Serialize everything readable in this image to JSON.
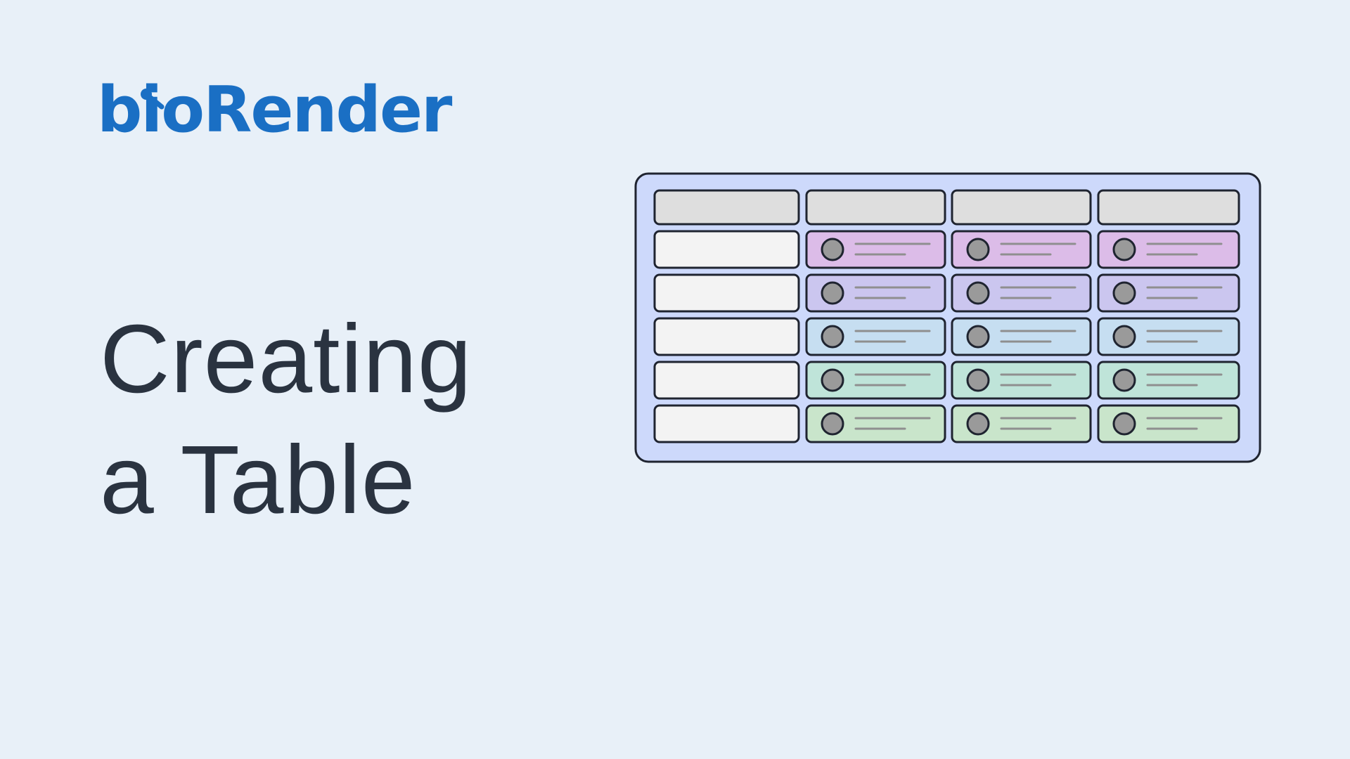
{
  "colors": {
    "background": "#e8f0f8",
    "logo": "#1a6fc4",
    "title_text": "#2a3340",
    "frame_fill": "#cdd9fb",
    "frame_stroke": "#1f2430",
    "header_cell_fill": "#dedede",
    "label_cell_fill": "#f3f3f3",
    "dot_fill": "#9a9a9a",
    "line_stroke": "#8f8f8f"
  },
  "logo": {
    "text": "bioRender"
  },
  "title": {
    "line1": "Creating",
    "line2": "a Table"
  },
  "illustration": {
    "row_colors": [
      "#dcbce8",
      "#cbc6ef",
      "#c6def1",
      "#bfe4d9",
      "#c9e5cb"
    ],
    "icons": {
      "cell_dot": "circle-icon",
      "cell_text": "text-lines-icon",
      "logo_mark": "network-node-icon"
    }
  }
}
